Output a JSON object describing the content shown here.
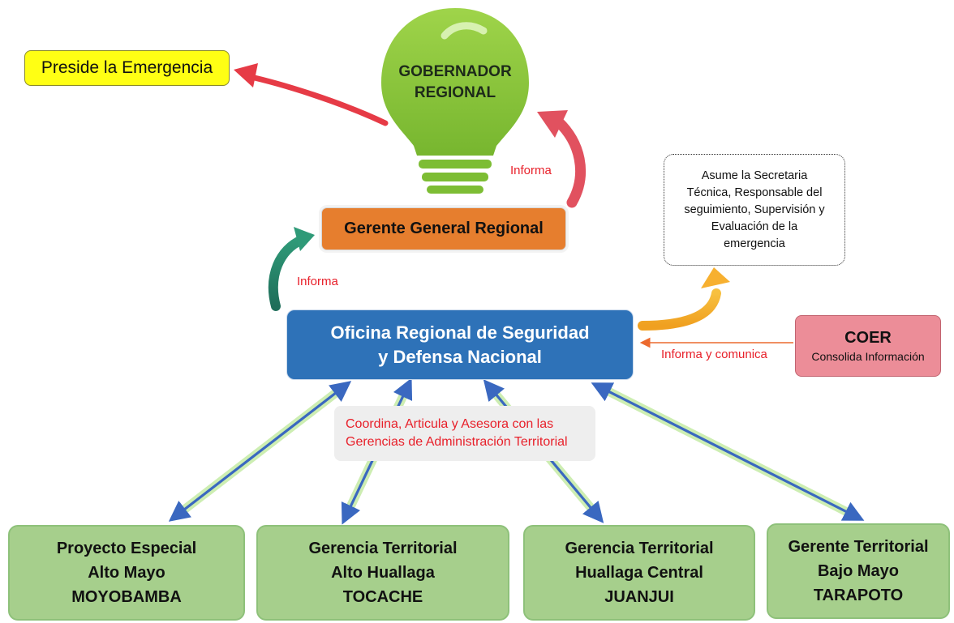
{
  "preside": "Preside la Emergencia",
  "governor": {
    "line1": "GOBERNADOR",
    "line2": "REGIONAL"
  },
  "gerente": "Gerente General Regional",
  "oficina": {
    "line1": "Oficina Regional de Seguridad",
    "line2": "y Defensa Nacional"
  },
  "asume": [
    "Asume la Secretaria",
    "Técnica, Responsable del",
    "seguimiento, Supervisión y",
    "Evaluación de la",
    "emergencia"
  ],
  "coer": {
    "title": "COER",
    "subtitle": "Consolida Información"
  },
  "labels": {
    "informa_top": "Informa",
    "informa_mid": "Informa",
    "informa_comunica": "Informa y comunica"
  },
  "coordina": [
    "Coordina, Articula y Asesora con las",
    "Gerencias de Administración Territorial"
  ],
  "units": [
    {
      "line1": "Proyecto Especial",
      "line2": "Alto Mayo",
      "line3": "MOYOBAMBA"
    },
    {
      "line1": "Gerencia Territorial",
      "line2": "Alto Huallaga",
      "line3": "TOCACHE"
    },
    {
      "line1": "Gerencia Territorial",
      "line2": "Huallaga Central",
      "line3": "JUANJUI"
    },
    {
      "line1": "Gerente Territorial",
      "line2": "Bajo Mayo",
      "line3": "TARAPOTO"
    }
  ],
  "colors": {
    "bulb": "#8ec73f",
    "orange_box": "#e67e2e",
    "blue_box": "#2e72b8",
    "coer_box": "#ec8d98",
    "green_box": "#a6cf8c",
    "red_text": "#e8202a",
    "arrow_blue": "#3a68c0"
  },
  "icons": [
    "lightbulb-icon"
  ]
}
